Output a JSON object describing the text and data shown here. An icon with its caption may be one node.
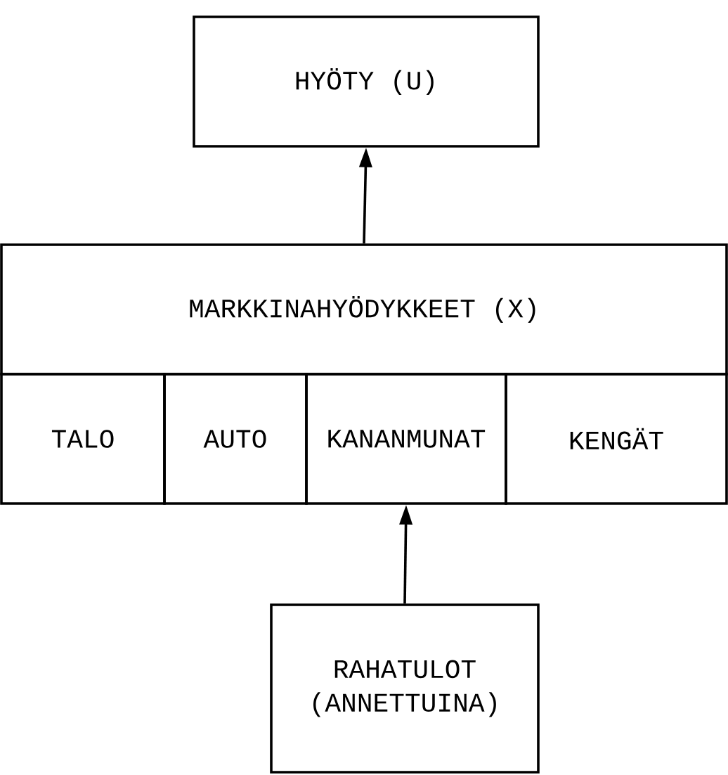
{
  "diagram": {
    "nodes": [
      {
        "text": [
          "HYÖTY (U)"
        ]
      },
      {
        "text": [
          "MARKKINAHYÖDYKKEET (X)"
        ]
      },
      {
        "text": [
          "TALO"
        ]
      },
      {
        "text": [
          "AUTO"
        ]
      },
      {
        "text": [
          "KANANMUNAT"
        ]
      },
      {
        "text": [
          "KENGÄT"
        ]
      },
      {
        "text": [
          "RAHATULOT (ANNETTUINA)"
        ]
      }
    ],
    "edges": [
      {
        "from": 1,
        "to": 0,
        "arrow": "to"
      },
      {
        "from": 6,
        "to": 4,
        "arrow": "to"
      }
    ]
  }
}
